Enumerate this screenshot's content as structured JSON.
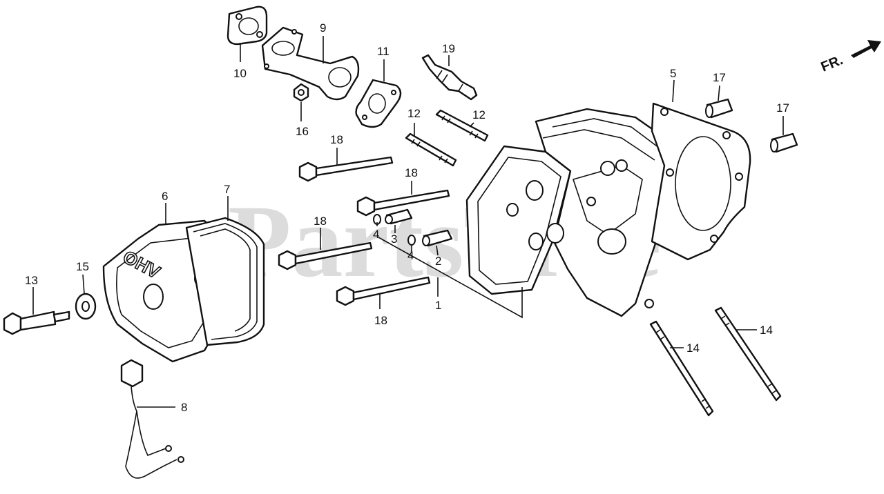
{
  "watermark": "PartsTree",
  "direction_marker": {
    "label": "FR.",
    "icon": "front-direction-arrow-icon"
  },
  "cover_marking": "OHV",
  "callouts": {
    "c1": "1",
    "c2": "2",
    "c3": "3",
    "c4a": "4",
    "c4b": "4",
    "c5": "5",
    "c6": "6",
    "c7": "7",
    "c8": "8",
    "c9": "9",
    "c10": "10",
    "c11": "11",
    "c12a": "12",
    "c12b": "12",
    "c13": "13",
    "c14a": "14",
    "c14b": "14",
    "c15": "15",
    "c16": "16",
    "c17a": "17",
    "c17b": "17",
    "c18a": "18",
    "c18b": "18",
    "c18c": "18",
    "c18d": "18",
    "c19": "19"
  }
}
